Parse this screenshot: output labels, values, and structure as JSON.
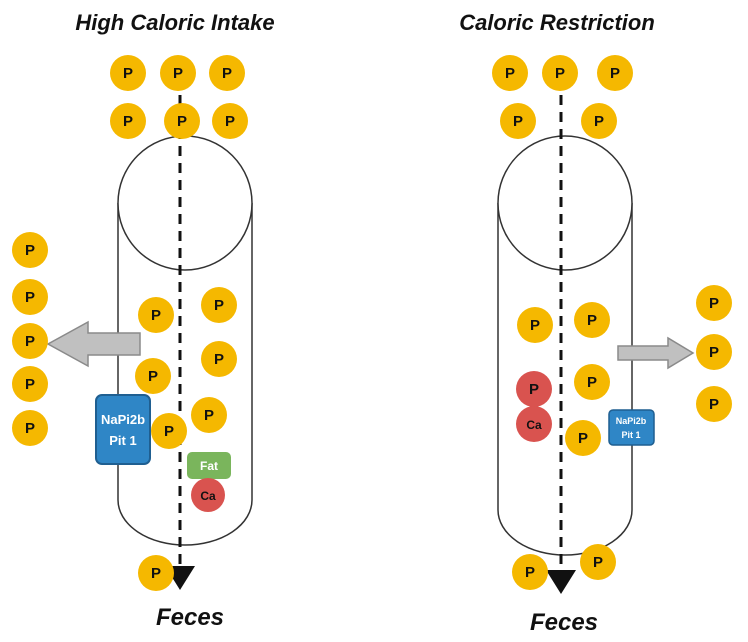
{
  "titles": {
    "left": "High Caloric Intake",
    "right": "Caloric Restriction"
  },
  "labels": {
    "feces": "Feces",
    "phosphate": "P",
    "calcium": "Ca",
    "fat": "Fat",
    "transporter_line1": "NaPi2b",
    "transporter_line2": "Pit 1"
  },
  "colors": {
    "phosphate": "#f5b800",
    "calcium": "#d9534f",
    "fat": "#7ab55c",
    "transporter": "#2f86c6",
    "arrow": "#bfbfbf"
  }
}
